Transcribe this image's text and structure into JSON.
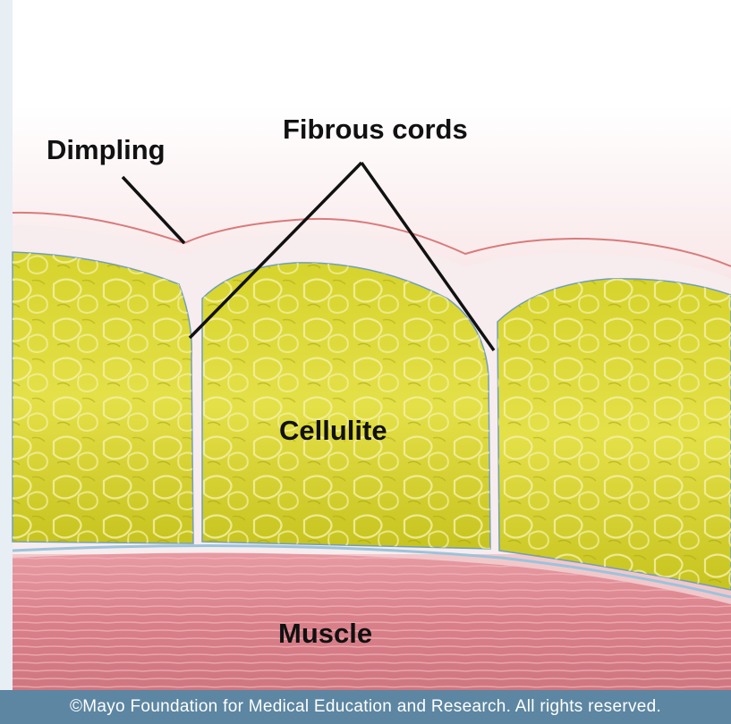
{
  "figure": {
    "labels": {
      "dimpling": "Dimpling",
      "fibrous_cords": "Fibrous cords",
      "cellulite": "Cellulite",
      "muscle": "Muscle"
    },
    "credit": "©Mayo Foundation for Medical Education and Research.  All rights reserved."
  },
  "colors": {
    "skin": "#f3c9cc",
    "fat": "#cccb24",
    "muscle": "#d87f89",
    "credit_bar": "#5d86a2"
  }
}
